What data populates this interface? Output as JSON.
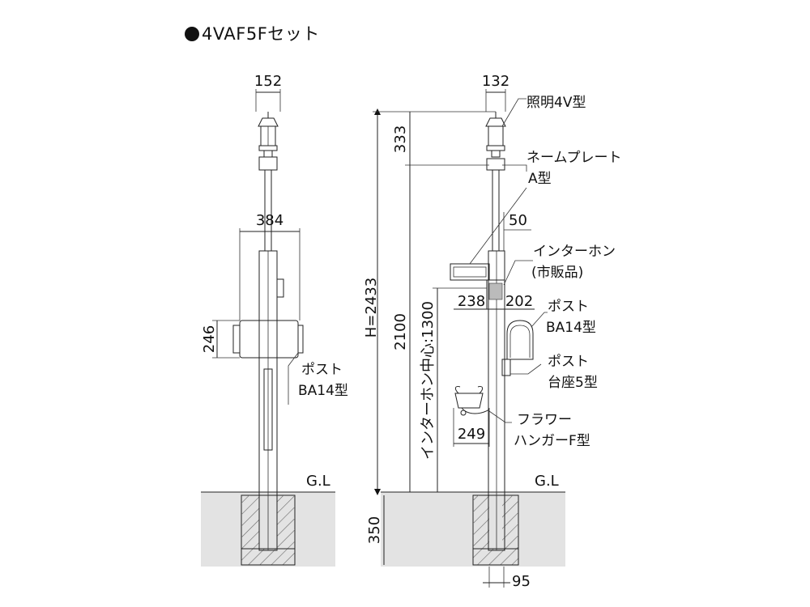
{
  "title": "4VAF5Fセット",
  "left_view": {
    "dim_top_width": "152",
    "dim_mid_width": "384",
    "dim_post_height": "246",
    "label_post": [
      "ポスト",
      "BA14型"
    ],
    "gl": "G.L"
  },
  "right_view": {
    "dim_top_width": "132",
    "dim_lamp_height": "333",
    "dim_total_height": "H=2433",
    "dim_2100": "2100",
    "dim_intercom_center": "インターホン中心:1300",
    "dim_50": "50",
    "dim_238": "238",
    "dim_202": "202",
    "dim_249": "249",
    "dim_350": "350",
    "dim_95": "95",
    "gl": "G.L",
    "label_lamp": "照明4V型",
    "label_nameplate": [
      "ネームプレート",
      "A型"
    ],
    "label_intercom": [
      "インターホン",
      "(市販品)"
    ],
    "label_post": [
      "ポスト",
      "BA14型"
    ],
    "label_post_base": [
      "ポスト",
      "台座5型"
    ],
    "label_flower": [
      "フラワー",
      "ハンガーF型"
    ]
  }
}
